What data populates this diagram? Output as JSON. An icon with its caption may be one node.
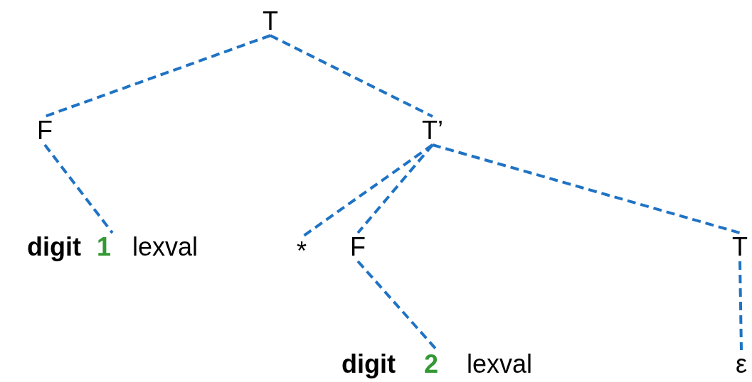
{
  "diagram": {
    "nodes": [
      {
        "text": [
          "T"
        ]
      },
      {
        "text": [
          "F"
        ]
      },
      {
        "text": [
          "T’"
        ]
      },
      {
        "text": [
          "digit",
          "1",
          "lexval"
        ]
      },
      {
        "text": [
          "*"
        ]
      },
      {
        "text": [
          "F"
        ]
      },
      {
        "text": [
          "T"
        ]
      },
      {
        "text": [
          "digit",
          "2",
          "lexval"
        ]
      },
      {
        "text": [
          "ε"
        ]
      }
    ],
    "edges": [
      {
        "from": 0,
        "to": 1,
        "arrow": "none"
      },
      {
        "from": 0,
        "to": 2,
        "arrow": "none"
      },
      {
        "from": 1,
        "to": 3,
        "arrow": "none"
      },
      {
        "from": 2,
        "to": 4,
        "arrow": "none"
      },
      {
        "from": 2,
        "to": 5,
        "arrow": "none"
      },
      {
        "from": 2,
        "to": 6,
        "arrow": "none"
      },
      {
        "from": 5,
        "to": 7,
        "arrow": "none"
      },
      {
        "from": 6,
        "to": 8,
        "arrow": "none"
      }
    ]
  }
}
